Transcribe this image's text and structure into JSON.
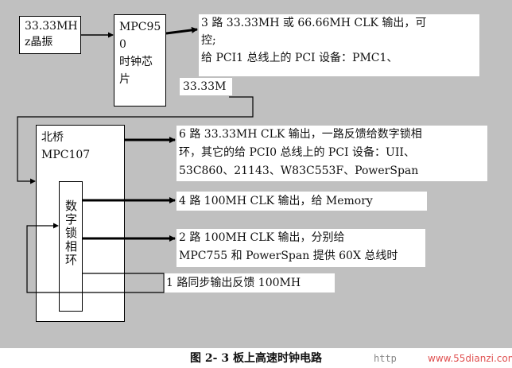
{
  "diagram": {
    "osc_box": "33.33MH\nz晶振",
    "clock_chip_box": "MPC95\n0\n时钟芯\n片",
    "clock_chip_output": "3 路 33.33MH 或 66.66MH CLK 输出，可\n控;\n给 PCI1 总线上的 PCI 设备：PMC1、",
    "link_label": "33.33M",
    "northbridge_box": "北桥\nMPC107",
    "nb_output_1": "6 路 33.33MH CLK 输出，一路反馈给数字锁相\n环，其它的给 PCI0 总线上的 PCI 设备：UII、\n53C860、21143、W83C553F、PowerSpan",
    "nb_output_2": "4 路 100MH CLK 输出，给 Memory",
    "nb_output_3": "2 路 100MH CLK 输出，分别给\nMPC755 和 PowerSpan 提供 60X 总线时",
    "pll_box": "数字锁相环",
    "feedback_label": "1 路同步输出反馈 100MH"
  },
  "caption": "图 2- 3 板上高速时钟电路",
  "watermark_http": "http",
  "watermark": "www.55dianzi.com",
  "colors": {
    "panel": "#c0c0c0",
    "watermark": "#e05050"
  }
}
